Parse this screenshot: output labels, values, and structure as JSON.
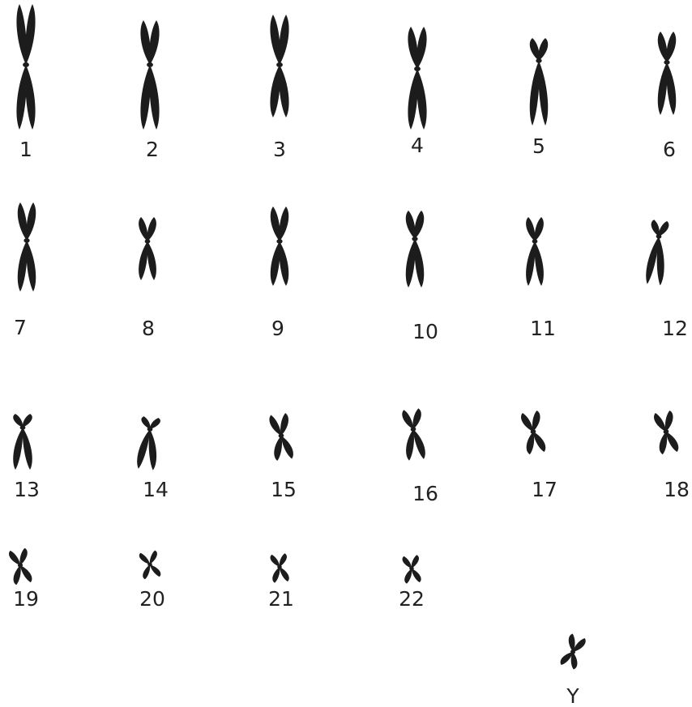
{
  "colors": {
    "background": "#ffffff",
    "chromosome": "#1c1c1c",
    "label": "#222222"
  },
  "chromosomes": [
    {
      "label": "1"
    },
    {
      "label": "2"
    },
    {
      "label": "3"
    },
    {
      "label": "4"
    },
    {
      "label": "5"
    },
    {
      "label": "6"
    },
    {
      "label": "7"
    },
    {
      "label": "8"
    },
    {
      "label": "9"
    },
    {
      "label": "10"
    },
    {
      "label": "11"
    },
    {
      "label": "12"
    },
    {
      "label": "13"
    },
    {
      "label": "14"
    },
    {
      "label": "15"
    },
    {
      "label": "16"
    },
    {
      "label": "17"
    },
    {
      "label": "18"
    },
    {
      "label": "19"
    },
    {
      "label": "20"
    },
    {
      "label": "21"
    },
    {
      "label": "22"
    },
    {
      "label": "Y"
    }
  ]
}
